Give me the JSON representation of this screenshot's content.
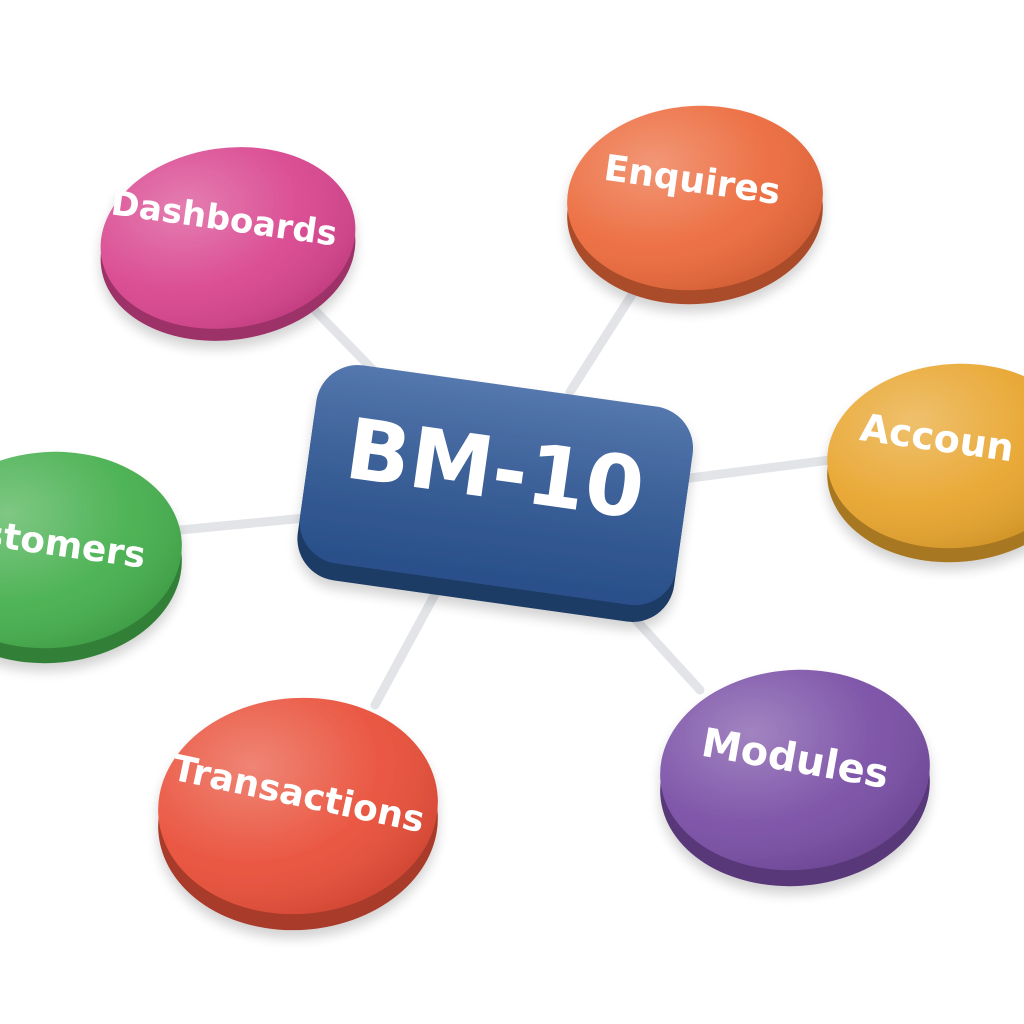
{
  "hub": {
    "label": "BM-10",
    "color": "#2f5a9c"
  },
  "nodes": [
    {
      "id": "dashboards",
      "label": "Dashboards",
      "color": "#d9468f"
    },
    {
      "id": "enquires",
      "label": "Enquires",
      "color": "#ec6a3c"
    },
    {
      "id": "accounts",
      "label": "Accoun",
      "color": "#e8a52e"
    },
    {
      "id": "modules",
      "label": "Modules",
      "color": "#7a4fa6"
    },
    {
      "id": "transactions",
      "label": "Transactions",
      "color": "#e9503a"
    },
    {
      "id": "customers",
      "label": "stomers",
      "color": "#47b04f"
    }
  ]
}
